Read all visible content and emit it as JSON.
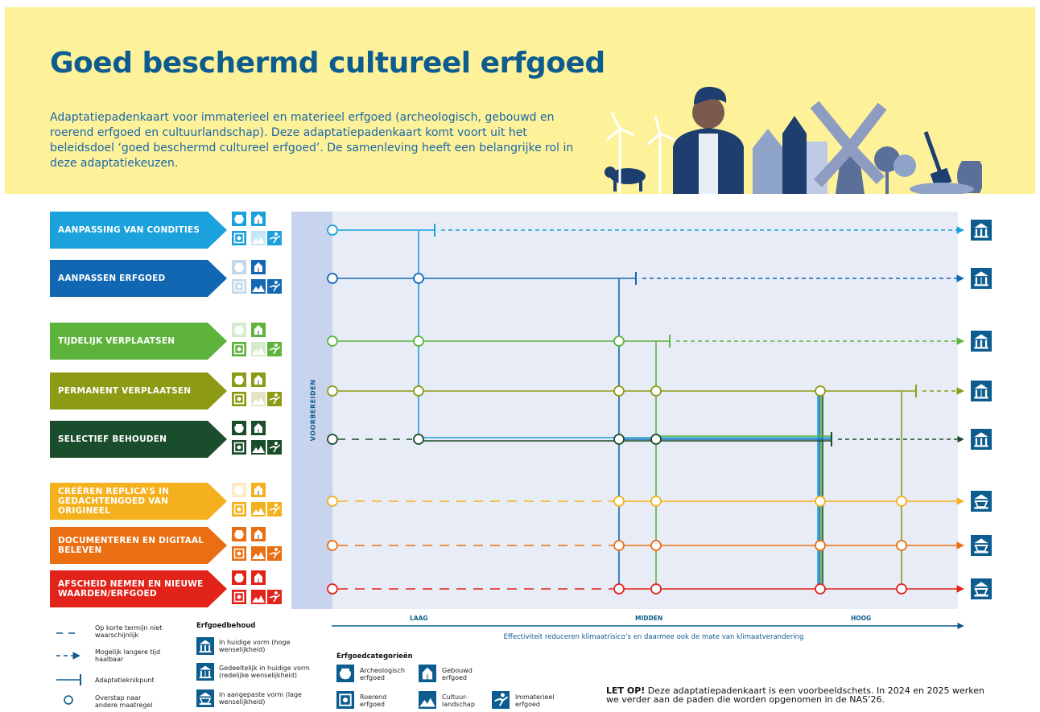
{
  "header": {
    "title": "Goed beschermd cultureel erfgoed",
    "description": "Adaptatiepadenkaart voor immaterieel en materieel erfgoed (archeologisch, gebouwd en roerend erfgoed en cultuurlandschap). Deze adaptatiepadenkaart komt voort uit het beleidsdoel ‘goed beschermd cultureel erfgoed’. De samenleving heeft een belangrijke rol in deze adaptatiekeuzen."
  },
  "measures": [
    {
      "label": "AANPASSING VAN CONDITIES",
      "color": "#1ba1dc"
    },
    {
      "label": "AANPASSEN ERFGOED",
      "color": "#1267b2"
    },
    {
      "label": "TIJDELIJK VERPLAATSEN",
      "color": "#5db33b"
    },
    {
      "label": "PERMANENT VERPLAATSEN",
      "color": "#8d9a14"
    },
    {
      "label": "SELECTIEF BEHOUDEN",
      "color": "#1a4d2b"
    },
    {
      "label": "CREËREN REPLICA’S IN GEDACHTENGOED VAN ORIGINEEL",
      "color": "#f5b11d"
    },
    {
      "label": "DOCUMENTEREN EN DIGITAAL BELEVEN",
      "color": "#ea6e12"
    },
    {
      "label": "AFSCHEID NEMEN EN NIEUWE WAARDEN/ERFGOED",
      "color": "#e2231a"
    }
  ],
  "plot": {
    "preparation_label": "VOORBEREIDEN",
    "x_levels": [
      "LAAG",
      "MIDDEN",
      "HOOG"
    ],
    "x_axis_title": "Effectiviteit reduceren klimaatrisico’s en daarmee ook de mate van klimaatverandering"
  },
  "legend": {
    "line_styles": [
      "Op korte termijn niet waarschijnlijk",
      "Mogelijk langere tijd haalbaar",
      "Adaptatieknikpunt",
      "Overstap naar andere maatregel"
    ],
    "conservation_title": "Erfgoedbehoud",
    "conservation": [
      "In huidige vorm (hoge wenselijkheid)",
      "Gedeeltelijk in huidige vorm (redelijke wenselijkheid)",
      "In aangepaste vorm (lage wenselijkheid)"
    ],
    "categories_title": "Erfgoedcategorieën",
    "categories": [
      "Archeologisch erfgoed",
      "Gebouwd erfgoed",
      "Roerend erfgoed",
      "Cultuur-landschap",
      "Immaterieel erfgoed"
    ]
  },
  "note": {
    "bold": "LET OP!",
    "text": " Deze adaptatiepadenkaart is een voorbeeldschets. In 2024 en 2025 werken we verder aan de paden die worden opgenomen in de NAS’26."
  },
  "colors": {
    "title_blue": "#0d5c8f",
    "banner_yellow": "#fdf29a",
    "plot_bg": "#e8ecf7"
  }
}
